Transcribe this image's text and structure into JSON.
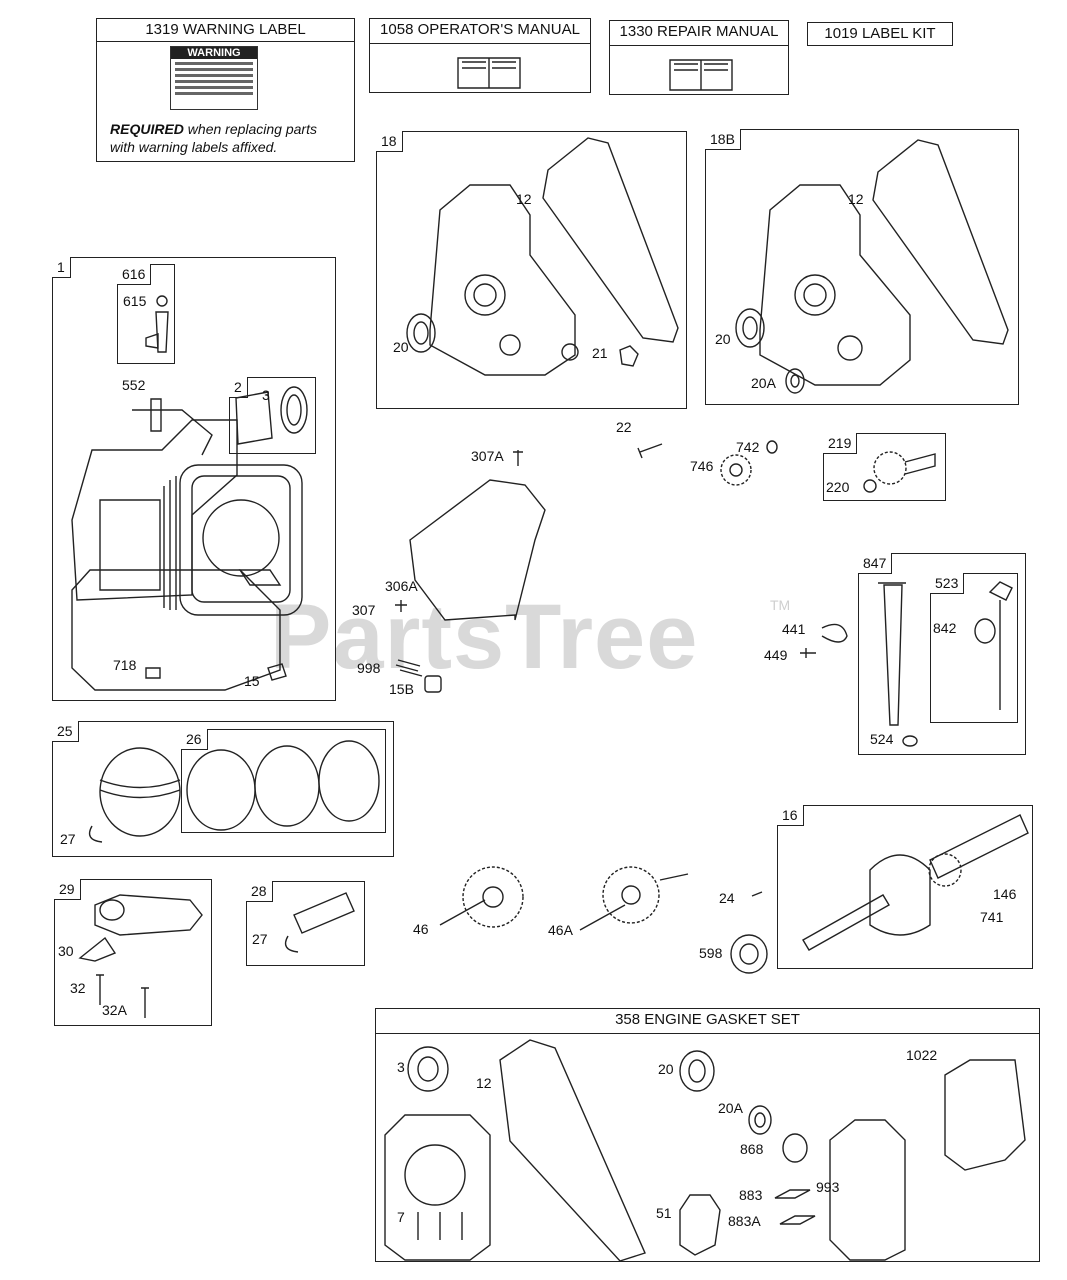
{
  "watermark": {
    "text": "PartsTree",
    "tm": "TM"
  },
  "headers": {
    "warning_label": "1319 WARNING LABEL",
    "operators_manual": "1058 OPERATOR'S MANUAL",
    "repair_manual": "1330 REPAIR MANUAL",
    "label_kit": "1019 LABEL KIT",
    "gasket_set": "358 ENGINE GASKET SET"
  },
  "warning_card": {
    "title": "WARNING",
    "required_bold": "REQUIRED",
    "required_rest1": " when replacing parts",
    "required_rest2": "with warning labels affixed."
  },
  "tags": {
    "t1": "1",
    "t616": "616",
    "t2": "2",
    "t18": "18",
    "t18b": "18B",
    "t219": "219",
    "t847": "847",
    "t523": "523",
    "t25": "25",
    "t26": "26",
    "t29": "29",
    "t28": "28",
    "t16": "16"
  },
  "labels": {
    "l615": "615",
    "l552": "552",
    "l3": "3",
    "l718": "718",
    "l15": "15",
    "l12a": "12",
    "l20a": "20",
    "l21": "21",
    "l12b": "12",
    "l20b": "20",
    "l20A": "20A",
    "l307A": "307A",
    "l22": "22",
    "l742": "742",
    "l746": "746",
    "l220": "220",
    "l306A": "306A",
    "l307": "307",
    "l998": "998",
    "l15B": "15B",
    "l441": "441",
    "l449": "449",
    "l842": "842",
    "l524": "524",
    "l27a": "27",
    "l30": "30",
    "l32": "32",
    "l32A": "32A",
    "l27b": "27",
    "l46": "46",
    "l46A": "46A",
    "l24": "24",
    "l598": "598",
    "l146": "146",
    "l741": "741",
    "g3": "3",
    "g12": "12",
    "g20": "20",
    "g20A": "20A",
    "g1022": "1022",
    "g868": "868",
    "g993": "993",
    "g883": "883",
    "g883A": "883A",
    "g51": "51",
    "g7": "7"
  }
}
